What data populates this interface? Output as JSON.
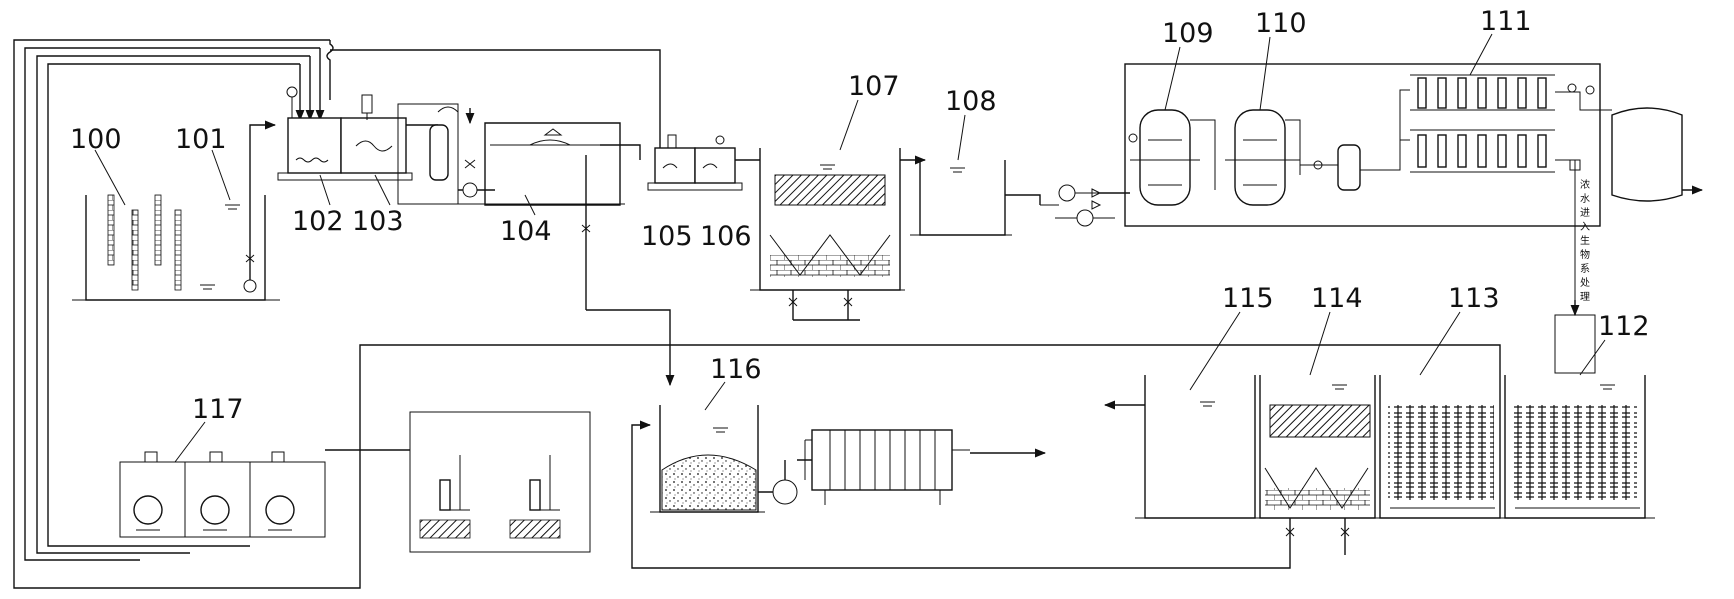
{
  "labels": {
    "l100": "100",
    "l101": "101",
    "l102": "102",
    "l103": "103",
    "l104": "104",
    "l105": "105",
    "l106": "106",
    "l107": "107",
    "l108": "108",
    "l109": "109",
    "l110": "110",
    "l111": "111",
    "l112": "112",
    "l113": "113",
    "l114": "114",
    "l115": "115",
    "l116": "116",
    "l117": "117"
  },
  "vertical_note": [
    "浓",
    "水",
    "进",
    "入",
    "生",
    "物",
    "系",
    "处",
    "理"
  ]
}
